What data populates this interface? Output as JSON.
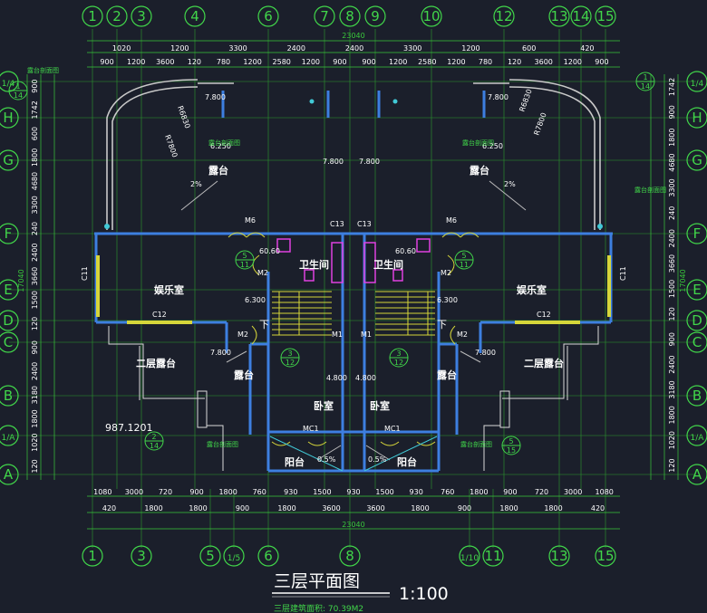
{
  "drawing": {
    "title": "三层平面图",
    "scale": "1:100",
    "note": "三层建筑面积: 70.39M2",
    "width_total": "23040",
    "height_total": "17040",
    "window_code": "987.1201"
  },
  "axes": {
    "top": [
      "1",
      "2",
      "3",
      "4",
      "6",
      "7",
      "8",
      "9",
      "10",
      "12",
      "13",
      "14",
      "15"
    ],
    "bottom": [
      "1",
      "3",
      "5",
      "1/5",
      "6",
      "8",
      "1/10",
      "11",
      "13",
      "15"
    ],
    "left": [
      "1/4",
      "H",
      "G",
      "F",
      "E",
      "D",
      "C",
      "B",
      "1/A",
      "A"
    ],
    "right": [
      "1/4",
      "H",
      "G",
      "F",
      "E",
      "D",
      "C",
      "B",
      "1/A",
      "A"
    ]
  },
  "dims": {
    "top_row1": [
      "1020",
      "1200",
      "3300",
      "2400",
      "2400",
      "3300",
      "1200",
      "600",
      "420"
    ],
    "top_row2": [
      "900",
      "1200",
      "3600",
      "120",
      "780",
      "1200",
      "2580",
      "1200",
      "900",
      "900",
      "1200",
      "2580",
      "1200",
      "780",
      "120",
      "3600",
      "1200",
      "900"
    ],
    "left_col": [
      "900",
      "1742",
      "600",
      "1800",
      "4680",
      "3300",
      "240",
      "2400",
      "3660",
      "1500",
      "120",
      "900",
      "2400",
      "3180",
      "1800",
      "1020",
      "120"
    ],
    "right_col": [
      "1742",
      "900",
      "1800",
      "4680",
      "3300",
      "240",
      "2400",
      "3660",
      "1500",
      "120",
      "900",
      "2400",
      "3180",
      "1800",
      "1020",
      "120"
    ],
    "bottom_row1": [
      "1080",
      "3000",
      "720",
      "900",
      "1800",
      "760",
      "930",
      "1500",
      "930",
      "1500",
      "930",
      "760",
      "1800",
      "900",
      "720",
      "3000",
      "1080"
    ],
    "bottom_row2": [
      "420",
      "1800",
      "1800",
      "900",
      "1800",
      "3600",
      "3600",
      "1800",
      "900",
      "1800",
      "1800",
      "420"
    ],
    "bottom_total": "23040"
  },
  "rooms": {
    "terrace_top_left": "露台",
    "terrace_top_right": "露台",
    "entertainment_left": "娱乐室",
    "entertainment_right": "娱乐室",
    "bathroom_left": "卫生间",
    "bathroom_right": "卫生间",
    "second_terrace_left": "二层露台",
    "second_terrace_right": "二层露台",
    "terrace_mid_left": "露台",
    "terrace_mid_right": "露台",
    "bedroom_left": "卧室",
    "bedroom_right": "卧室",
    "balcony_left": "阳台",
    "balcony_right": "阳台"
  },
  "labels": {
    "c11": "C11",
    "c12": "C12",
    "c13": "C13",
    "m6": "M6",
    "m1": "M1",
    "m2": "M2",
    "mc1": "MC1",
    "down": "下",
    "lvl_7800": "7.800",
    "lvl_6250": "6.250",
    "lvl_6300": "6.300",
    "lvl_4800": "4.800",
    "slope": "2%",
    "r_7800": "R7800",
    "r_6830": "R6830",
    "sz_6060": "60.60",
    "slope_balcony": "0.5%",
    "detail_note": "露台剖面图",
    "sym_1": "1",
    "sym_14": "14",
    "sym_5": "5",
    "sym_11": "11",
    "sym_3": "3",
    "sym_12": "12",
    "sym_2": "2",
    "sym_15": "15"
  }
}
